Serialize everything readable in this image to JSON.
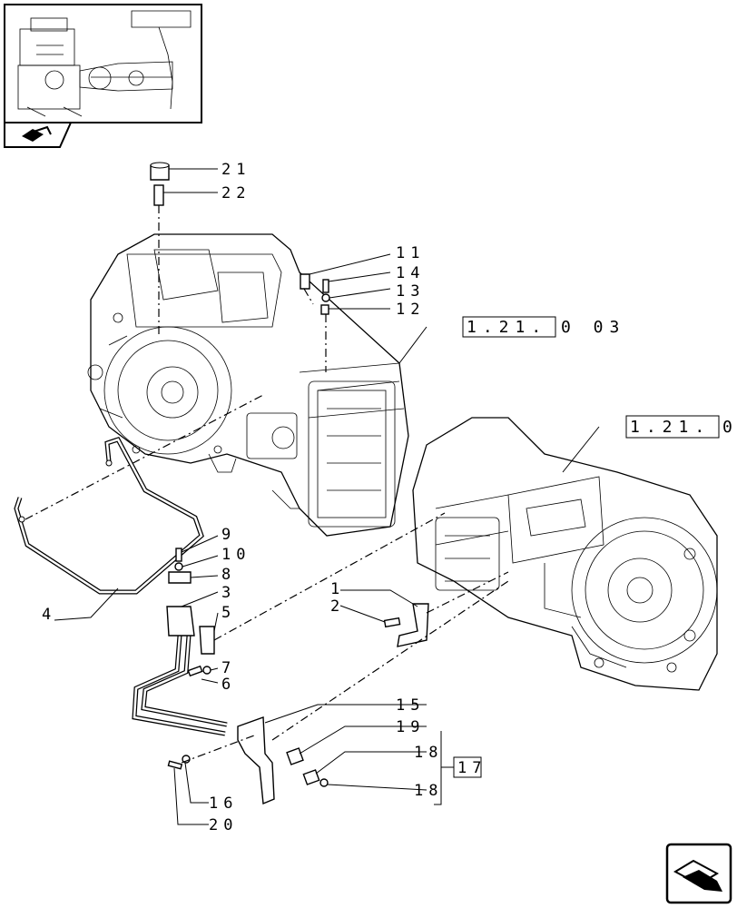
{
  "callouts": {
    "c21": "21",
    "c22": "22",
    "c11": "11",
    "c14": "14",
    "c13": "13",
    "c12": "12",
    "c9": "9",
    "c10": "10",
    "c8": "8",
    "c3": "3",
    "c5": "5",
    "c4": "4",
    "c1": "1",
    "c2": "2",
    "c7": "7",
    "c6": "6",
    "c15": "15",
    "c19": "19",
    "c18a": "18",
    "c18b": "18",
    "c17": "17",
    "c16": "16",
    "c20": "20"
  },
  "references": {
    "ref_top": {
      "boxed": "1.21.",
      "tail": "0 03"
    },
    "ref_right": {
      "boxed": "1.21.",
      "tail": "0"
    }
  },
  "icons": {
    "thumbnail": "tractor-section-thumbnail",
    "thumb_tab": "book-arrow-icon",
    "nav": "next-page-arrow-icon"
  }
}
